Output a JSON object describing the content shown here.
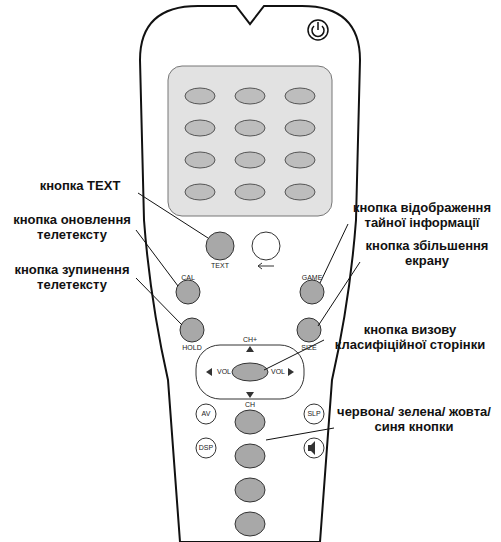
{
  "diagram": {
    "labels": [
      "кнопка TEXT",
      "кнопка оновлення телетексту",
      "кнопка зупинення телетексту",
      "кнопка відображення тайної інформації",
      "кнопка збільшення екрану",
      "кнопка визову класифіційної сторінки",
      "червона/ зелена/ жовта/ синя кнопки",
      "TEXT",
      "CAL",
      "HOLD",
      "GAME",
      "SIZE",
      "CH+",
      "VOL",
      "VOL",
      "CH",
      "AV",
      "DSP",
      "SLP"
    ]
  }
}
